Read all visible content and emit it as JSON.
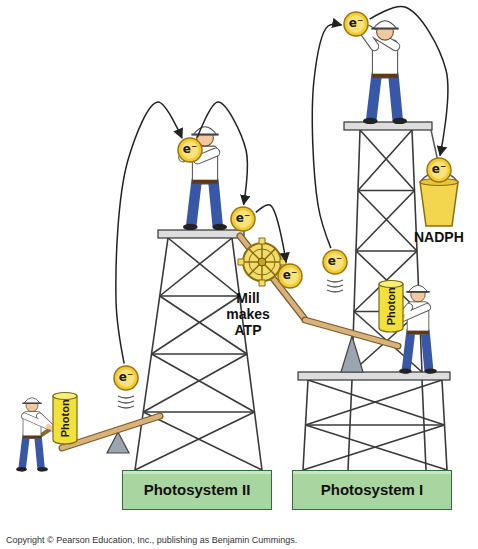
{
  "diagram": {
    "caption": "Copyright © Pearson Education, Inc., publishing as Benjamin Cummings.",
    "nodes": [
      {
        "text": [
          "Photosystem II"
        ]
      },
      {
        "text": [
          "Photosystem I"
        ]
      },
      {
        "text": [
          "Photon"
        ]
      },
      {
        "text": [
          "Photon"
        ]
      },
      {
        "text": [
          "e⁻"
        ]
      },
      {
        "text": [
          "e⁻"
        ]
      },
      {
        "text": [
          "e⁻"
        ]
      },
      {
        "text": [
          "e⁻"
        ]
      },
      {
        "text": [
          "e⁻"
        ]
      },
      {
        "text": [
          "e⁻"
        ]
      },
      {
        "text": [
          "e⁻"
        ]
      }
    ],
    "edges": [
      {
        "from": 4,
        "to": 5,
        "arrow": "to"
      },
      {
        "from": 5,
        "to": 6,
        "arrow": "to"
      },
      {
        "from": 6,
        "to": 7,
        "arrow": "to"
      },
      {
        "from": 8,
        "to": 9,
        "arrow": "to"
      },
      {
        "from": 9,
        "to": 10,
        "arrow": "to"
      }
    ],
    "labels": [
      "Mill makes ATP",
      "NADPH"
    ]
  }
}
